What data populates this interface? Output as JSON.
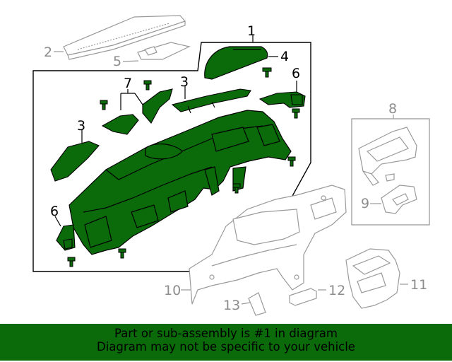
{
  "callouts": {
    "c1": "1",
    "c2": "2",
    "c3a": "3",
    "c3b": "3",
    "c4": "4",
    "c5": "5",
    "c6a": "6",
    "c6b": "6",
    "c7": "7",
    "c8": "8",
    "c9": "9",
    "c10": "10",
    "c11": "11",
    "c12": "12",
    "c13": "13"
  },
  "banner": {
    "line1": "Part or sub-assembly is #1 in diagram",
    "line2": "Diagram may not be specific to your vehicle"
  },
  "colors": {
    "highlight_fill": "#0b6b0b",
    "banner_bg": "#0b6b0b",
    "grey_parts": "#9a9a9a",
    "outline": "#000000"
  }
}
